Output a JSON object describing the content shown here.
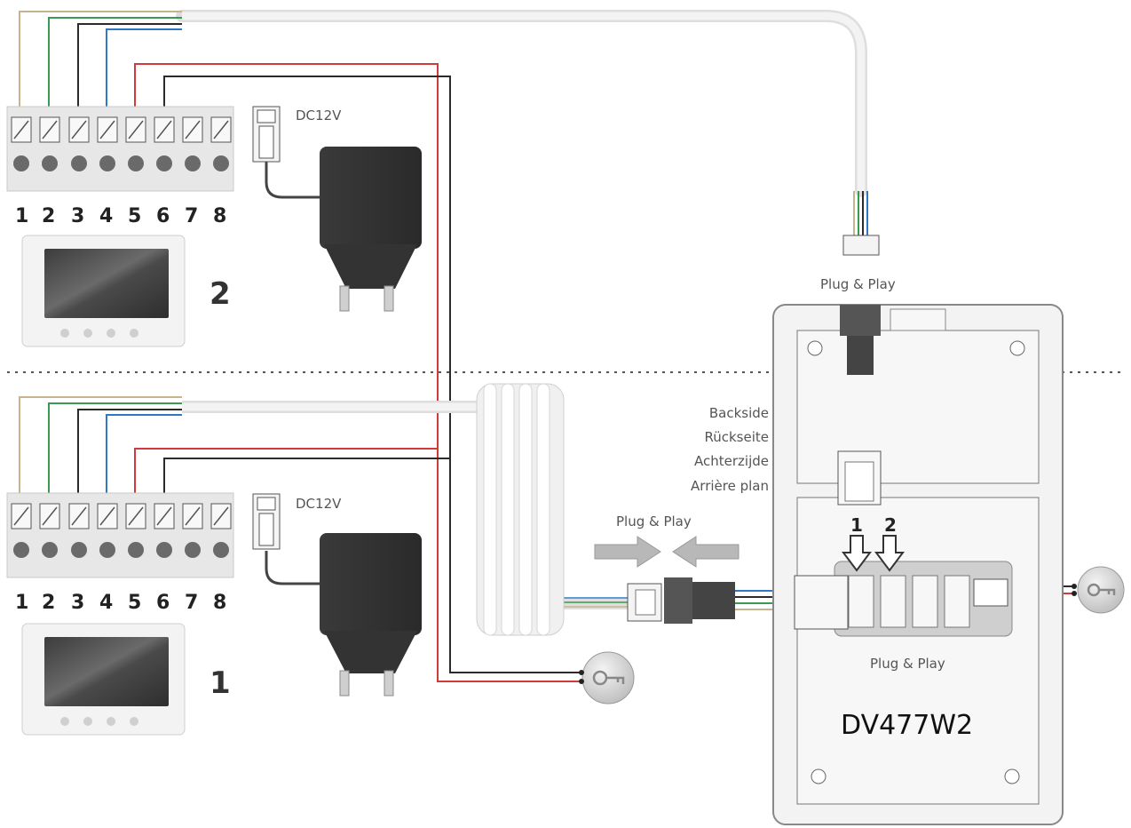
{
  "monitors": [
    {
      "number": "2",
      "terminal_numbers": [
        "1",
        "2",
        "3",
        "4",
        "5",
        "6",
        "7",
        "8"
      ],
      "power_label": "DC12V"
    },
    {
      "number": "1",
      "terminal_numbers": [
        "1",
        "2",
        "3",
        "4",
        "5",
        "6",
        "7",
        "8"
      ],
      "power_label": "DC12V"
    }
  ],
  "outdoor_unit": {
    "model": "DV477W2",
    "top_connector_label": "Plug & Play",
    "board_label": "Plug & Play",
    "channel_labels": [
      "1",
      "2"
    ]
  },
  "backside_labels": [
    "Backside",
    "Rückseite",
    "Achterzijde",
    "Arrière plan"
  ],
  "cable_connector_label": "Plug & Play",
  "wire_colors": {
    "tan": "#c8b48c",
    "green": "#3a9a52",
    "black": "#2b2b2b",
    "blue": "#2f78c4",
    "red": "#d23a3a"
  },
  "icons": [
    "monitor-icon",
    "power-adapter-icon",
    "key-release-icon",
    "arrow-icon"
  ]
}
